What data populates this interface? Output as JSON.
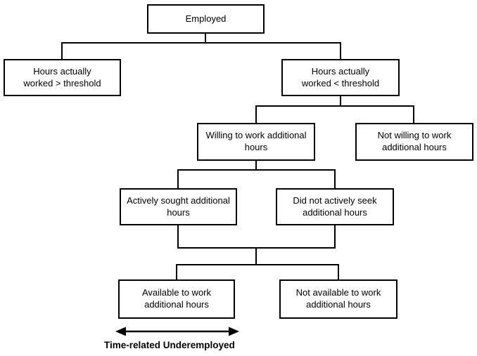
{
  "flowchart": {
    "nodes": {
      "employed": {
        "label": "Employed"
      },
      "hours_above_threshold": {
        "label": "Hours actually\nworked > threshold"
      },
      "hours_below_threshold": {
        "label": "Hours actually\nworked < threshold"
      },
      "willing": {
        "label": "Willing to work additional\nhours"
      },
      "not_willing": {
        "label": "Not willing to work\nadditional hours"
      },
      "actively_sought": {
        "label": "Actively sought additional\nhours"
      },
      "did_not_seek": {
        "label": "Did not actively seek\nadditional hours"
      },
      "available": {
        "label": "Available to work\nadditional hours"
      },
      "not_available": {
        "label": "Not available to work\nadditional hours"
      }
    },
    "arrow_caption": "Time-related Underemployed",
    "colors": {
      "line": "#000000",
      "background": "#ffffff",
      "text": "#000000"
    }
  }
}
